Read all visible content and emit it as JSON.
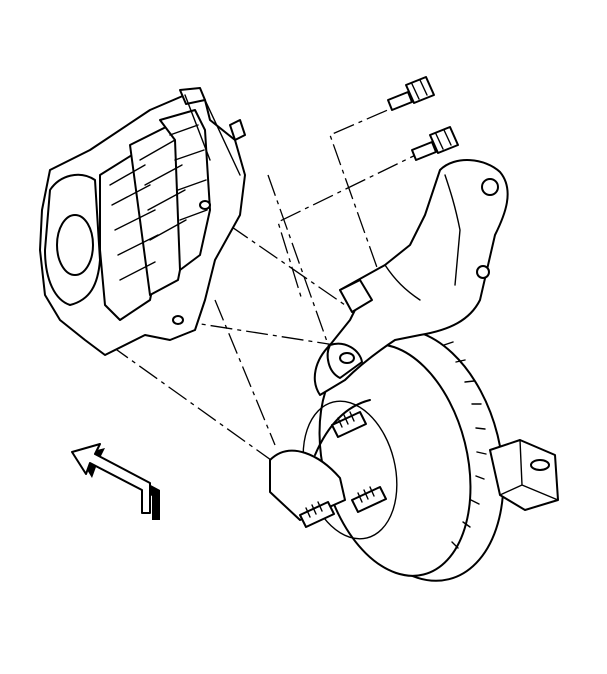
{
  "diagram": {
    "parts": [
      {
        "id": "caliper",
        "icon": "brake-caliper-icon"
      },
      {
        "id": "caliper-bolts",
        "icon": "bolt-icon"
      },
      {
        "id": "caliper-bracket",
        "icon": "bracket-icon"
      },
      {
        "id": "brake-rotor",
        "icon": "rotor-icon"
      },
      {
        "id": "wheel-studs",
        "icon": "stud-icon"
      },
      {
        "id": "steering-knuckle",
        "icon": "knuckle-icon"
      },
      {
        "id": "direction-arrow",
        "icon": "arrow-icon"
      }
    ],
    "colors": {
      "line": "#000000",
      "background": "#ffffff"
    }
  }
}
